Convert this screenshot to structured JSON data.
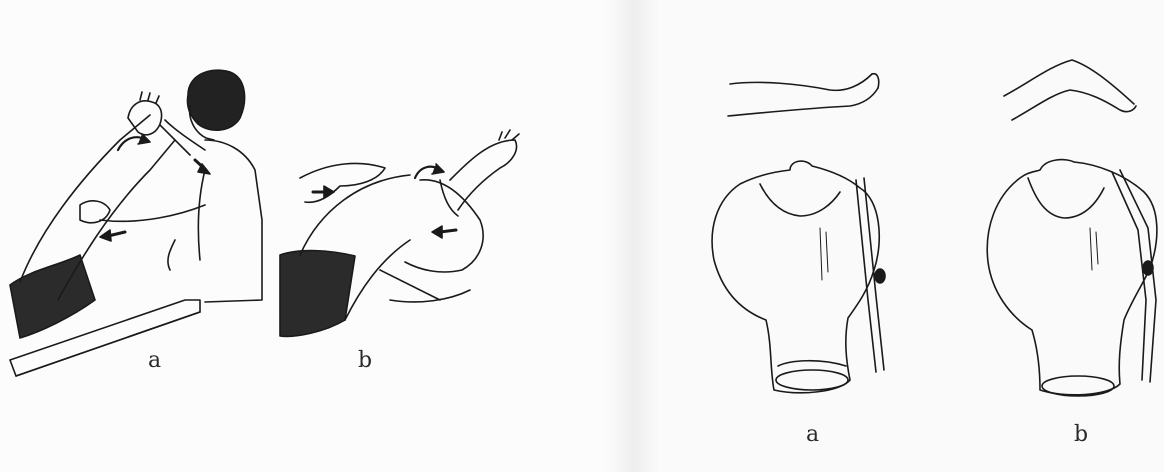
{
  "figure_left": {
    "panel_a": {
      "label": "a"
    },
    "panel_b": {
      "label": "b"
    }
  },
  "figure_right": {
    "panel_a": {
      "label": "a"
    },
    "panel_b": {
      "label": "b"
    }
  },
  "colors": {
    "ink": "#1a1a1a",
    "shade": "#2b2b2b",
    "paper": "#ffffff"
  }
}
